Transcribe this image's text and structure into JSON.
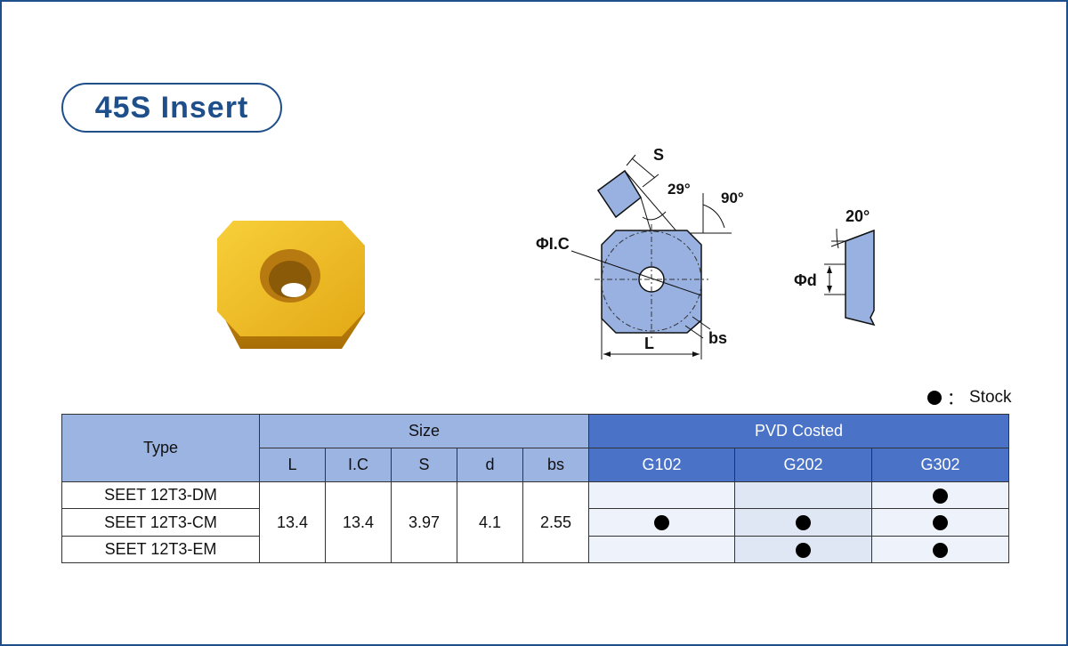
{
  "title": "45S Insert",
  "drawing": {
    "labels": {
      "s": "S",
      "angle_29": "29°",
      "angle_90": "90°",
      "phi_ic": "ΦI.C",
      "l": "L",
      "bs": "bs",
      "angle_20": "20°",
      "phi_d": "Φd"
    }
  },
  "legend": {
    "symbol": "●",
    "separator": "：",
    "text": "Stock"
  },
  "table": {
    "type_header": "Type",
    "size_header": "Size",
    "pvd_header": "PVD Costed",
    "size_columns": [
      "L",
      "I.C",
      "S",
      "d",
      "bs"
    ],
    "grade_columns": [
      "G102",
      "G202",
      "G302"
    ],
    "size_values": [
      "13.4",
      "13.4",
      "3.97",
      "4.1",
      "2.55"
    ],
    "rows": [
      {
        "type": "SEET 12T3-DM",
        "stock": [
          false,
          false,
          true
        ]
      },
      {
        "type": "SEET 12T3-CM",
        "stock": [
          true,
          true,
          true
        ]
      },
      {
        "type": "SEET 12T3-EM",
        "stock": [
          false,
          true,
          true
        ]
      }
    ]
  },
  "colors": {
    "brand": "#1f4f8a",
    "header_light": "#9cb4e2",
    "header_dark": "#4a73c7",
    "insert_gold": "#e8b51c",
    "drawing_fill": "#98b1e0"
  }
}
